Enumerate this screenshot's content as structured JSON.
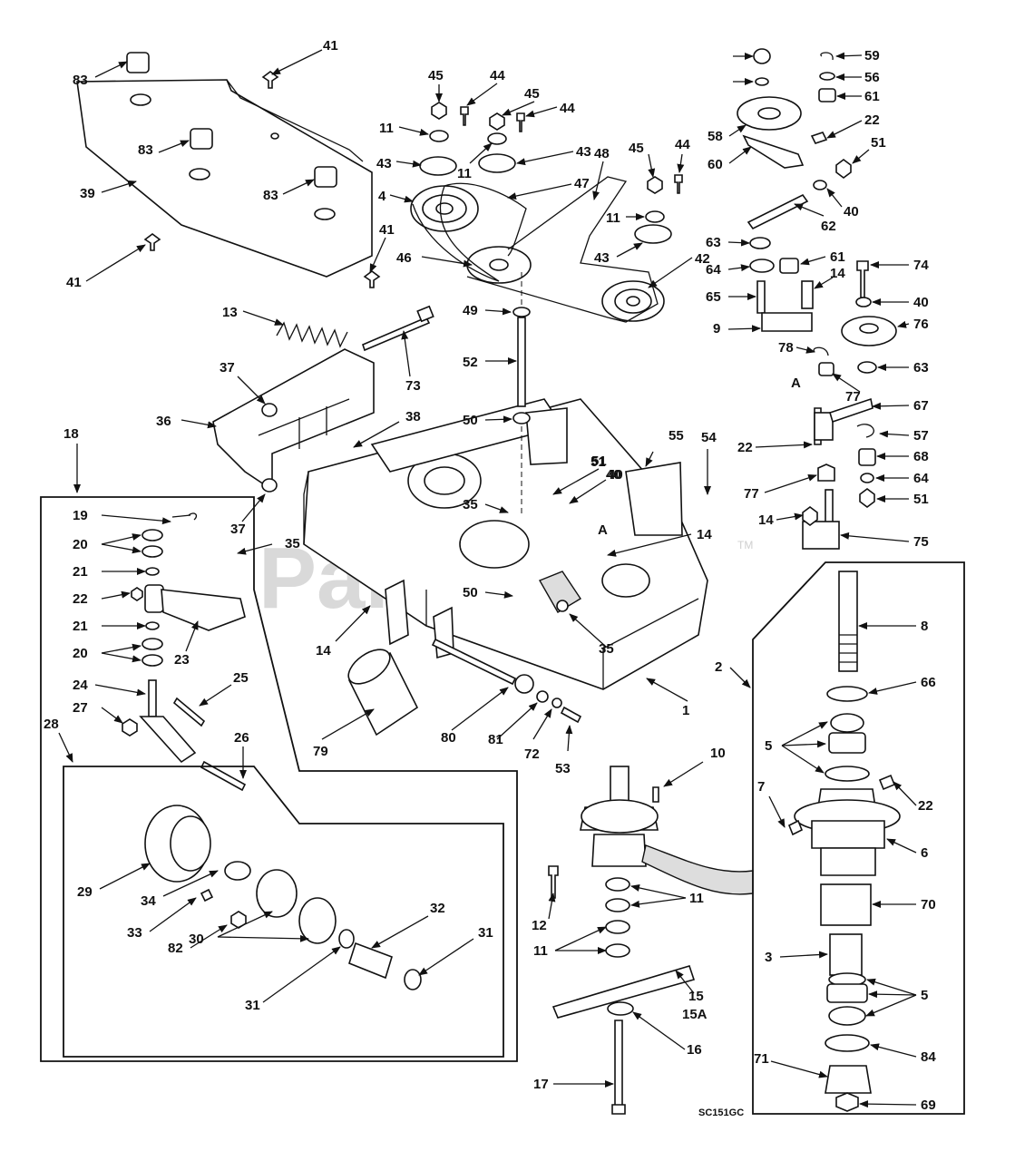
{
  "watermark": "PartsTree",
  "trademark": "TM",
  "drawing_code": "SC151GC",
  "callouts": [
    "83",
    "41",
    "39",
    "83",
    "83",
    "41",
    "41",
    "13",
    "73",
    "37",
    "36",
    "37",
    "38",
    "45",
    "44",
    "45",
    "44",
    "11",
    "43",
    "43",
    "11",
    "4",
    "47",
    "48",
    "45",
    "44",
    "11",
    "43",
    "46",
    "42",
    "49",
    "52",
    "50",
    "51",
    "40",
    "58",
    "60",
    "59",
    "56",
    "61",
    "22",
    "51",
    "40",
    "62",
    "63",
    "64",
    "61",
    "14",
    "74",
    "65",
    "40",
    "9",
    "76",
    "78",
    "63",
    "A",
    "77",
    "67",
    "57",
    "22",
    "68",
    "77",
    "64",
    "51",
    "14",
    "75",
    "55",
    "54",
    "51",
    "40",
    "35",
    "A",
    "14",
    "35",
    "50",
    "35",
    "14",
    "1",
    "18",
    "19",
    "20",
    "21",
    "22",
    "21",
    "20",
    "23",
    "24",
    "25",
    "27",
    "26",
    "28",
    "29",
    "34",
    "33",
    "82",
    "30",
    "31",
    "32",
    "31",
    "79",
    "80",
    "81",
    "72",
    "53",
    "10",
    "12",
    "11",
    "11",
    "15",
    "15A",
    "16",
    "17",
    "2",
    "8",
    "66",
    "5",
    "22",
    "7",
    "6",
    "70",
    "3",
    "5",
    "84",
    "71",
    "69"
  ]
}
